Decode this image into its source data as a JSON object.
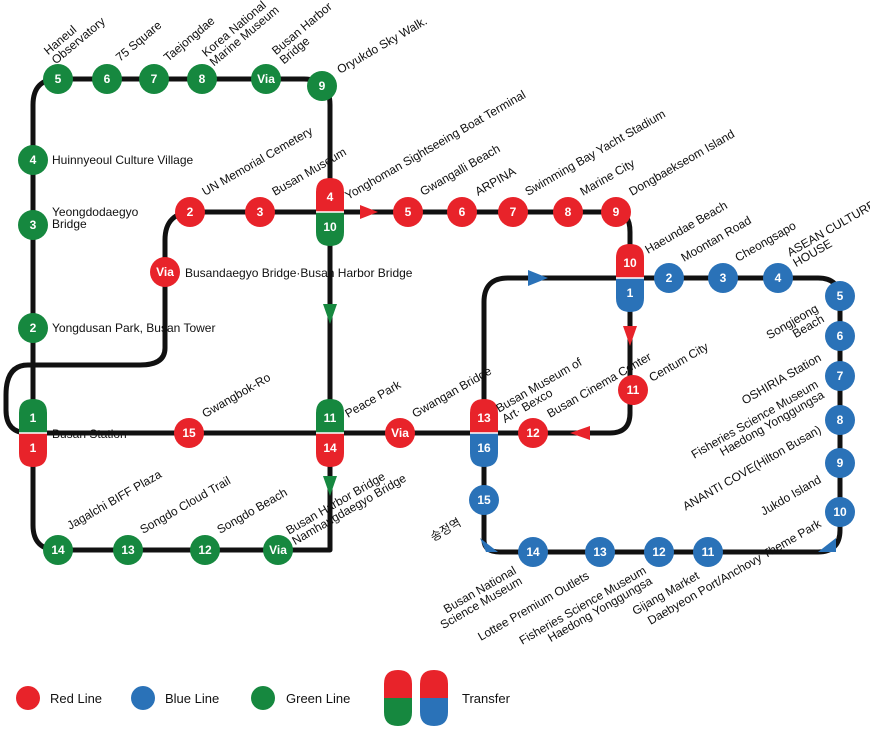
{
  "colors": {
    "red": "#e8232a",
    "blue": "#2a72b8",
    "green": "#16883f",
    "track": "#111111"
  },
  "stations": {
    "g5": {
      "num": "5",
      "label": "Haneul Observatory",
      "line": "green"
    },
    "g6": {
      "num": "6",
      "label": "75 Square",
      "line": "green"
    },
    "g7": {
      "num": "7",
      "label": "Taejongdae",
      "line": "green"
    },
    "g8": {
      "num": "8",
      "label": "Korea National Marine Museum",
      "line": "green"
    },
    "gvia_top": {
      "num": "Via",
      "label": "Busan Harbor Bridge",
      "line": "green"
    },
    "g9": {
      "num": "9",
      "label": "Oryukdo Sky Walk.",
      "line": "green"
    },
    "g4": {
      "num": "4",
      "label": "Huinnyeoul Culture Village",
      "line": "green"
    },
    "g3": {
      "num": "3",
      "label": "Yeongdodaegyo Bridge",
      "line": "green"
    },
    "g2": {
      "num": "2",
      "label": "Yongdusan Park, Busan Tower",
      "line": "green"
    },
    "g14": {
      "num": "14",
      "label": "Jagalchi BIFF Plaza",
      "line": "green"
    },
    "g13": {
      "num": "13",
      "label": "Songdo Cloud Trail",
      "line": "green"
    },
    "g12": {
      "num": "12",
      "label": "Songdo Beach",
      "line": "green"
    },
    "gvia_bot": {
      "num": "Via",
      "label": "Busan Harbor Bridge Namhangdaegyo Bridge",
      "line": "green"
    },
    "r2": {
      "num": "2",
      "label": "UN Memorial Cemetery",
      "line": "red"
    },
    "r3": {
      "num": "3",
      "label": "Busan Museum",
      "line": "red"
    },
    "r5": {
      "num": "5",
      "label": "Gwangalli Beach",
      "line": "red"
    },
    "r6": {
      "num": "6",
      "label": "ARPINA",
      "line": "red"
    },
    "r7": {
      "num": "7",
      "label": "Swimming Bay Yacht Stadium",
      "line": "red"
    },
    "r8": {
      "num": "8",
      "label": "Marine City",
      "line": "red"
    },
    "r9": {
      "num": "9",
      "label": "Dongbaekseom Island",
      "line": "red"
    },
    "rvia_left": {
      "num": "Via",
      "label": "Busandaegyo Bridge·Busan Harbor Bridge",
      "line": "red"
    },
    "r15": {
      "num": "15",
      "label": "Gwangbok-Ro",
      "line": "red"
    },
    "rvia_mid": {
      "num": "Via",
      "label": "Gwangan Bridge",
      "line": "red"
    },
    "r12": {
      "num": "12",
      "label": "Busan Cinema Center",
      "line": "red"
    },
    "r11": {
      "num": "11",
      "label": "Centum City",
      "line": "red"
    },
    "b2": {
      "num": "2",
      "label": "Moontan Road",
      "line": "blue"
    },
    "b3": {
      "num": "3",
      "label": "Cheongsapo",
      "line": "blue"
    },
    "b4": {
      "num": "4",
      "label": "ASEAN CULTURE HOUSE",
      "line": "blue"
    },
    "b5": {
      "num": "5",
      "label": "Songjeong Beach",
      "line": "blue"
    },
    "b6": {
      "num": "6",
      "label": "OSHIRIA Station",
      "line": "blue"
    },
    "b7": {
      "num": "7",
      "label": "Fisheries Science Museum Haedong Yonggungsa",
      "line": "blue"
    },
    "b8": {
      "num": "8",
      "label": "ANANTI COVE(Hilton Busan)",
      "line": "blue"
    },
    "b9": {
      "num": "9",
      "label": "Jukdo Island",
      "line": "blue"
    },
    "b10": {
      "num": "10",
      "label": "Daebyeon Port/Anchovy Theme Park",
      "line": "blue"
    },
    "b11": {
      "num": "11",
      "label": "Gijang Market",
      "line": "blue"
    },
    "b12": {
      "num": "12",
      "label": "Fisheries Science Museum Haedong Yonggungsa",
      "line": "blue"
    },
    "b13": {
      "num": "13",
      "label": "Lottee Premium Outlets",
      "line": "blue"
    },
    "b14": {
      "num": "14",
      "label": "Busan National Science Museum",
      "line": "blue"
    },
    "b15": {
      "num": "15",
      "label": "송정역",
      "line": "blue"
    }
  },
  "transfers": {
    "busan_station": {
      "top": "1",
      "bottom": "1",
      "label": "Busan Station"
    },
    "yonghoman": {
      "top": "4",
      "bottom": "10",
      "label": "Yonghoman Sightseeing Boat Terminal"
    },
    "peace_park": {
      "top": "11",
      "bottom": "14",
      "label": "Peace Park"
    },
    "haeundae": {
      "top": "10",
      "bottom": "1",
      "label": "Haeundae Beach"
    },
    "bexco": {
      "top": "13",
      "bottom": "16",
      "label": "Busan Museum of Art· Bexco"
    }
  },
  "legend": {
    "red": "Red Line",
    "blue": "Blue Line",
    "green": "Green Line",
    "transfer": "Transfer"
  }
}
